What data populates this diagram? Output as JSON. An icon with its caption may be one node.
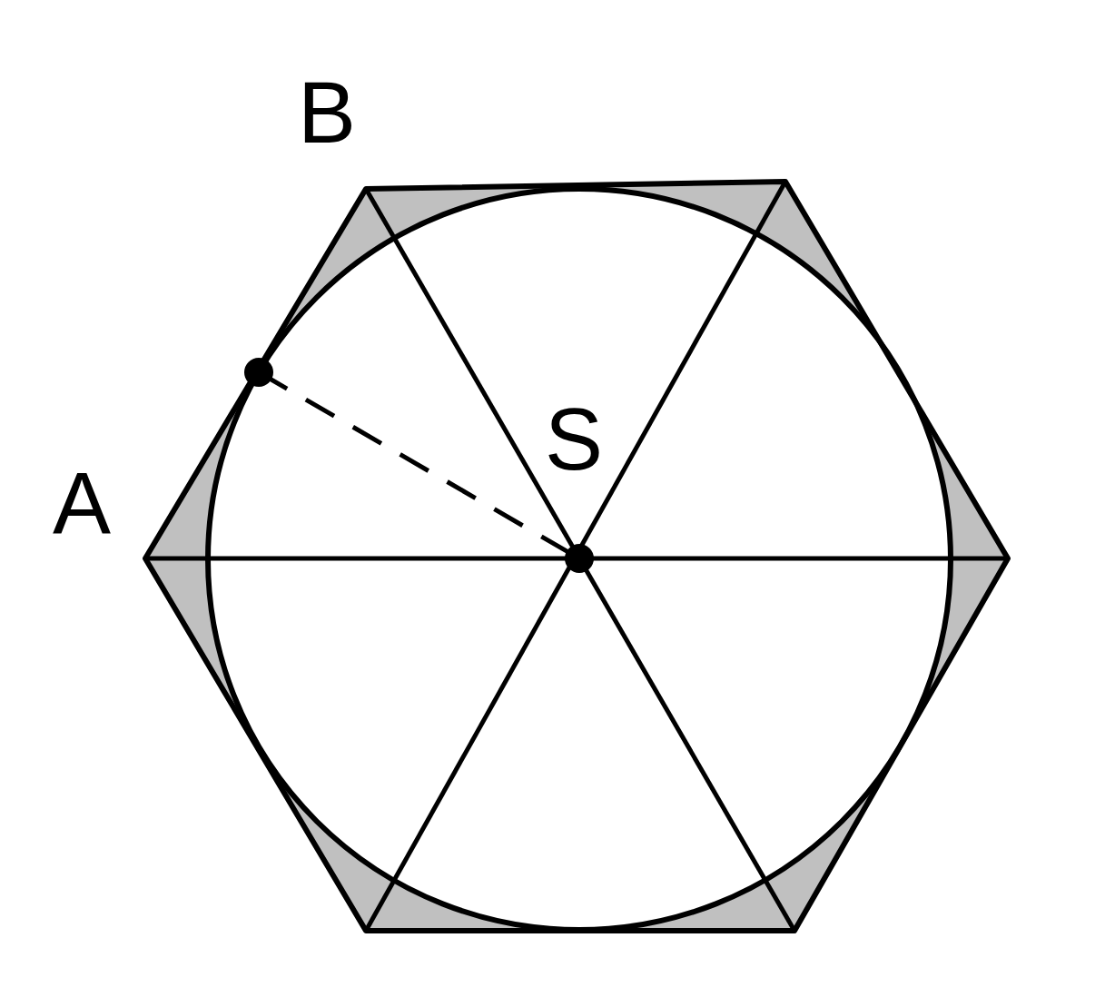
{
  "diagram": {
    "labels": [
      "B",
      "S",
      "A"
    ]
  }
}
